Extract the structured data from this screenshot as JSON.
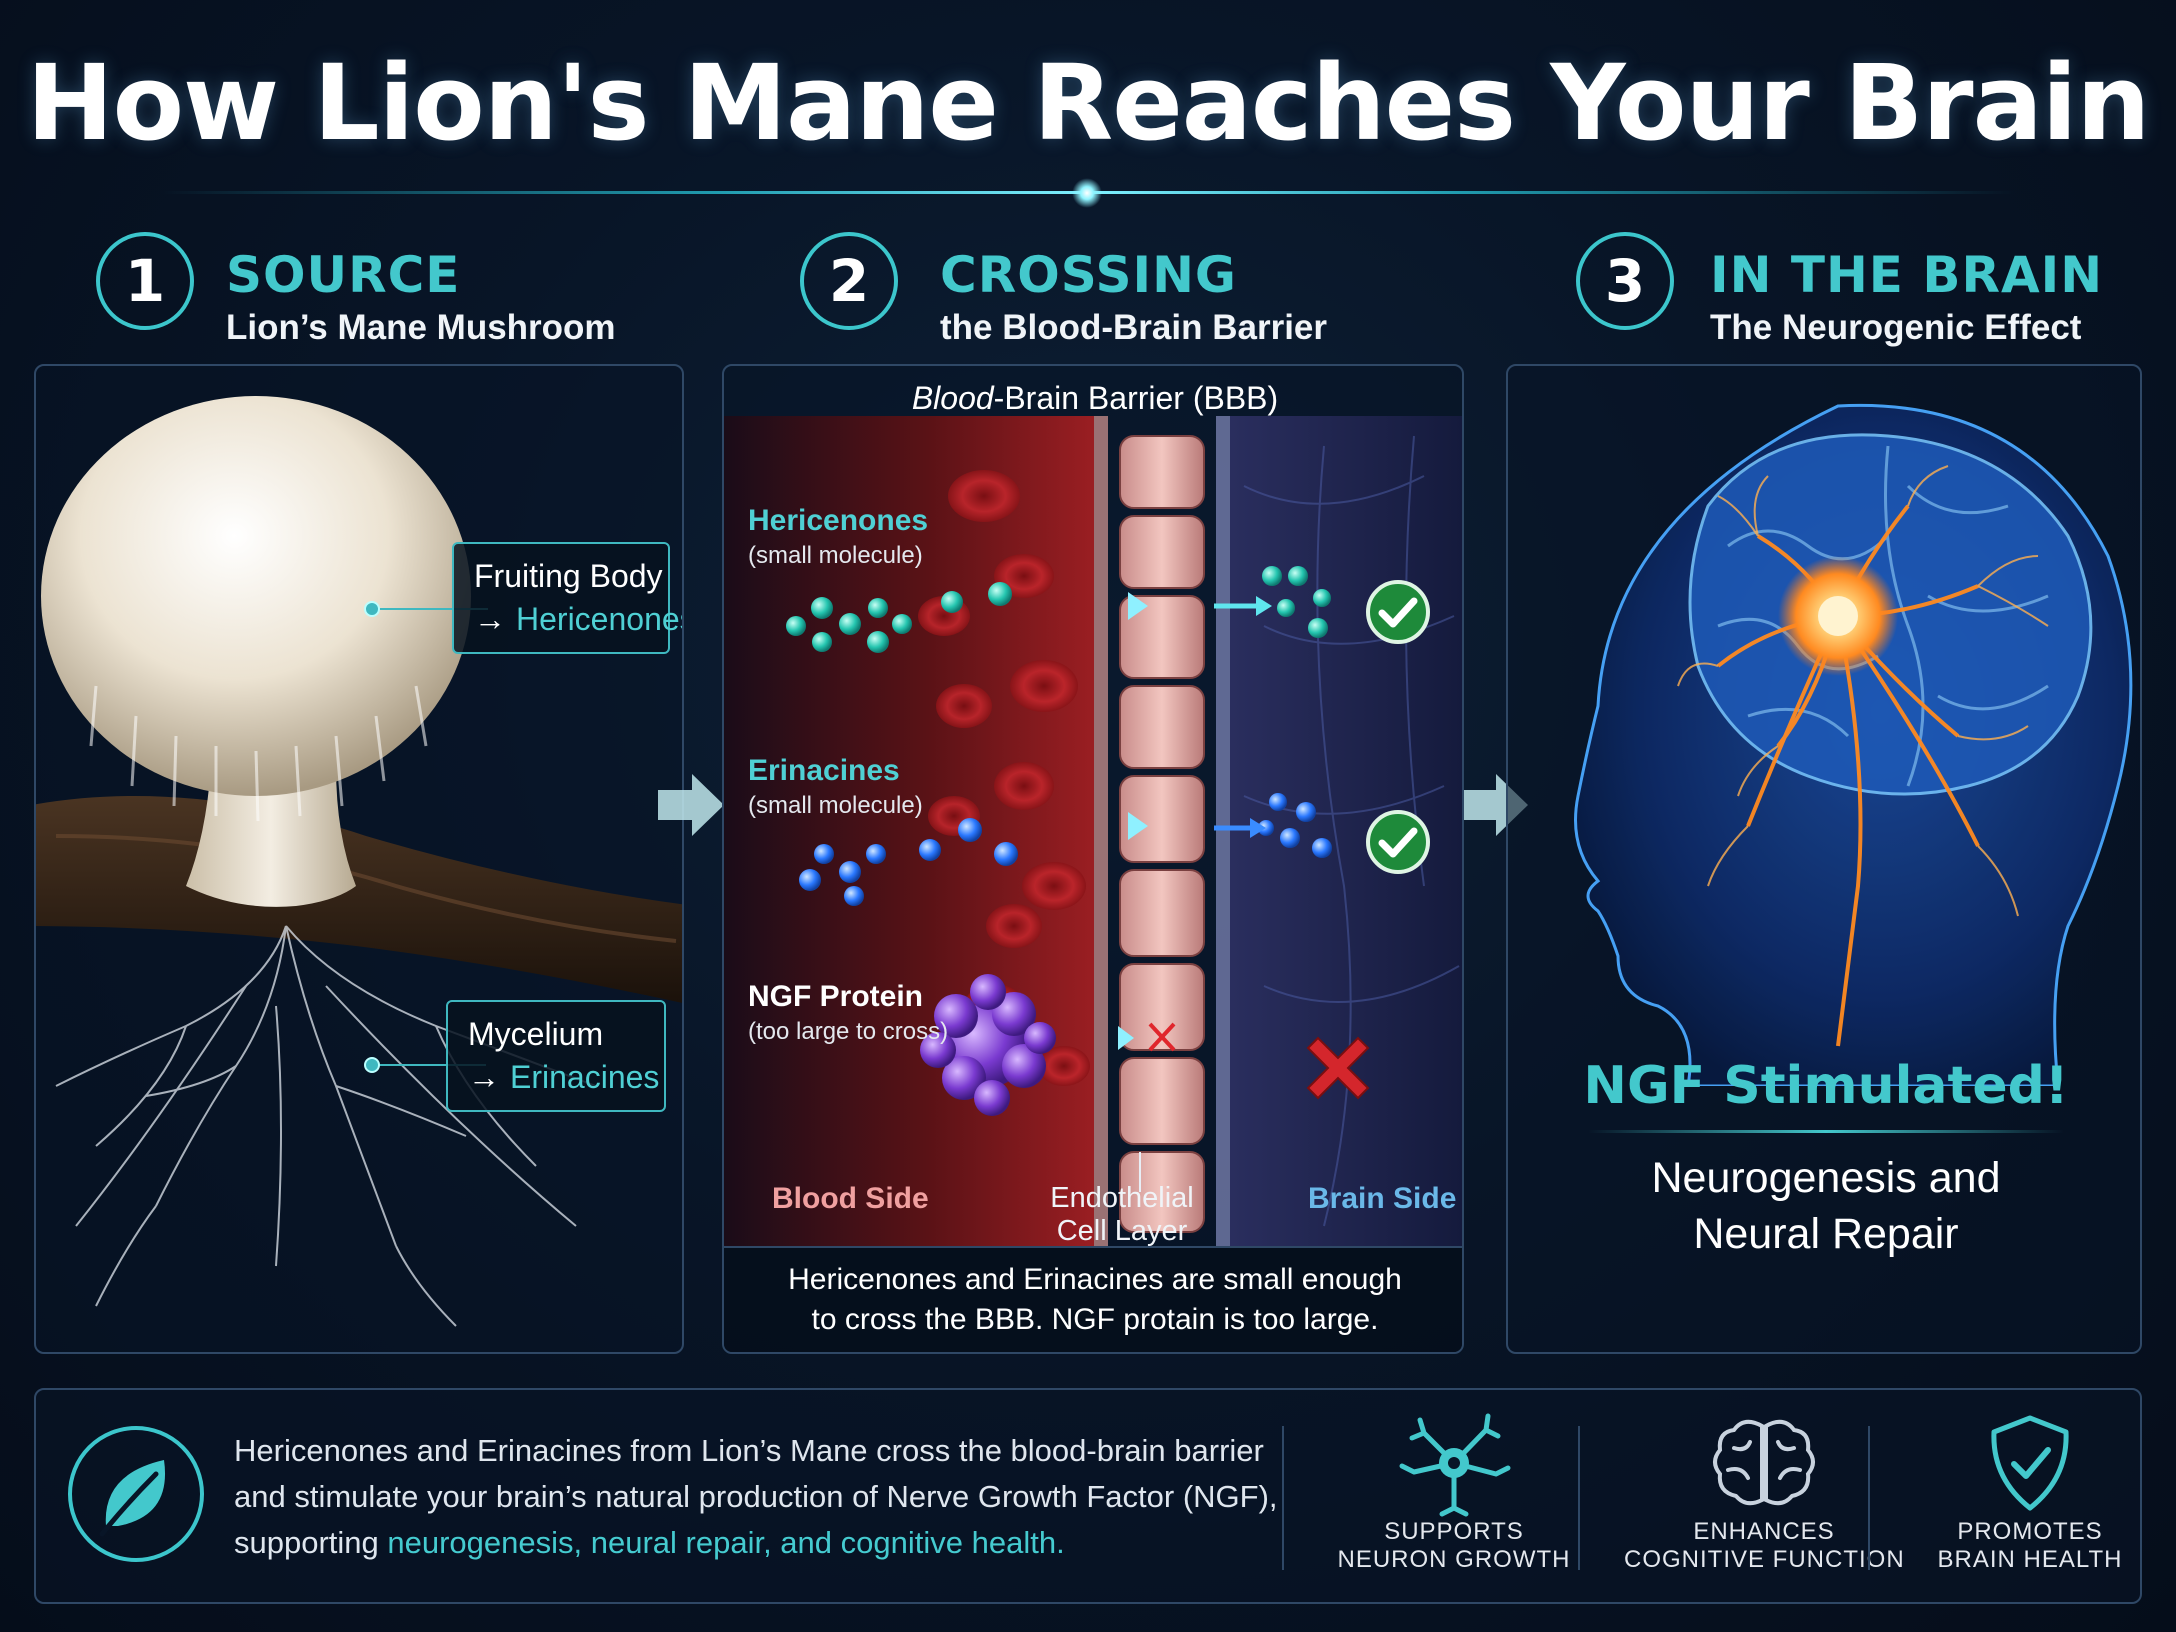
{
  "title": "How Lion's Mane Reaches Your Brain",
  "steps": [
    {
      "num": "1",
      "title": "SOURCE",
      "subtitle": "Lion’s Mane Mushroom"
    },
    {
      "num": "2",
      "title": "CROSSING",
      "subtitle": "the Blood-Brain Barrier"
    },
    {
      "num": "3",
      "title": "IN THE BRAIN",
      "subtitle": "The Neurogenic Effect"
    }
  ],
  "source_panel": {
    "fruiting_body": {
      "line1": "Fruiting Body",
      "arrow": "→",
      "compound": "Hericenones"
    },
    "mycelium": {
      "line1": "Mycelium",
      "arrow": "→",
      "compound": "Erinacines"
    }
  },
  "bbb_panel": {
    "heading_italic": "Blood",
    "heading_rest": "-Brain Barrier (BBB)",
    "molecules": [
      {
        "name": "Hericenones",
        "note": "(small molecule)",
        "crosses": true
      },
      {
        "name": "Erinacines",
        "note": "(small molecule)",
        "crosses": true
      },
      {
        "name": "NGF Protein",
        "note": "(too large to cross)",
        "crosses": false
      }
    ],
    "blood_side": "Blood Side",
    "endothelial_line1": "Endothelial",
    "endothelial_line2": "Cell Layer",
    "brain_side": "Brain Side",
    "caption_line1": "Hericenones and Erinacines are small enough",
    "caption_line2": "to cross the BBB. NGF protain is too large."
  },
  "brain_panel": {
    "headline": "NGF Stimulated!",
    "desc_line1": "Neurogenesis and",
    "desc_line2": "Neural Repair"
  },
  "summary": {
    "line1": "Hericenones and Erinacines from Lion’s Mane cross the blood-brain barrier",
    "line2": "and stimulate your brain’s natural production of Nerve Growth Factor (NGF),",
    "line3_plain": "supporting ",
    "line3_highlight": "neurogenesis, neural repair, and cognitive health."
  },
  "benefits": [
    {
      "icon": "neuron-icon",
      "line1": "SUPPORTS",
      "line2": "NEURON GROWTH"
    },
    {
      "icon": "brain-icon",
      "line1": "ENHANCES",
      "line2": "COGNITIVE FUNCTION"
    },
    {
      "icon": "shield-check-icon",
      "line1": "PROMOTES",
      "line2": "BRAIN HEALTH"
    }
  ],
  "colors": {
    "accent_teal": "#43c8cc",
    "blood_red": "#c0262c",
    "check_green": "#2fa84a",
    "cross_red": "#d4262c",
    "neuron_orange": "#ff8a20"
  }
}
